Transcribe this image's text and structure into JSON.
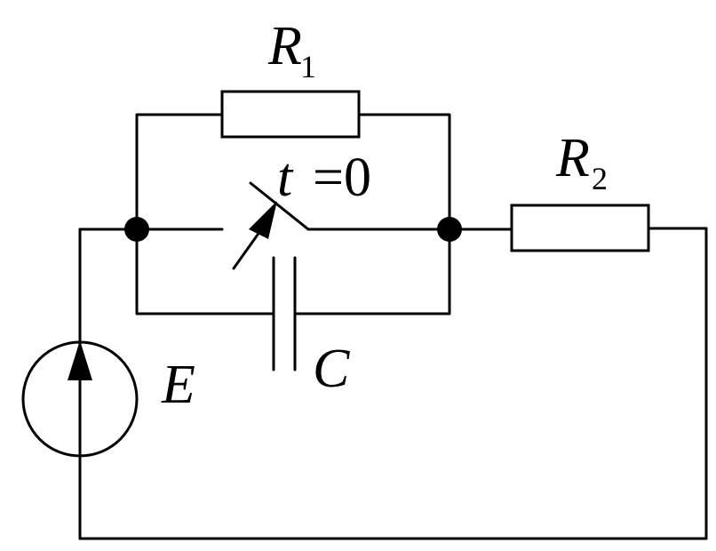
{
  "labels": {
    "r1": {
      "main": "R",
      "sub": "1"
    },
    "r2": {
      "main": "R",
      "sub": "2"
    },
    "switch_time": {
      "var": "t",
      "eq": "=0"
    },
    "capacitor": "C",
    "source": "E"
  },
  "components": {
    "resistors": [
      "R1",
      "R2"
    ],
    "capacitor": "C",
    "switch": "t=0",
    "source": "E"
  },
  "colors": {
    "stroke": "#000000",
    "background": "#ffffff"
  }
}
